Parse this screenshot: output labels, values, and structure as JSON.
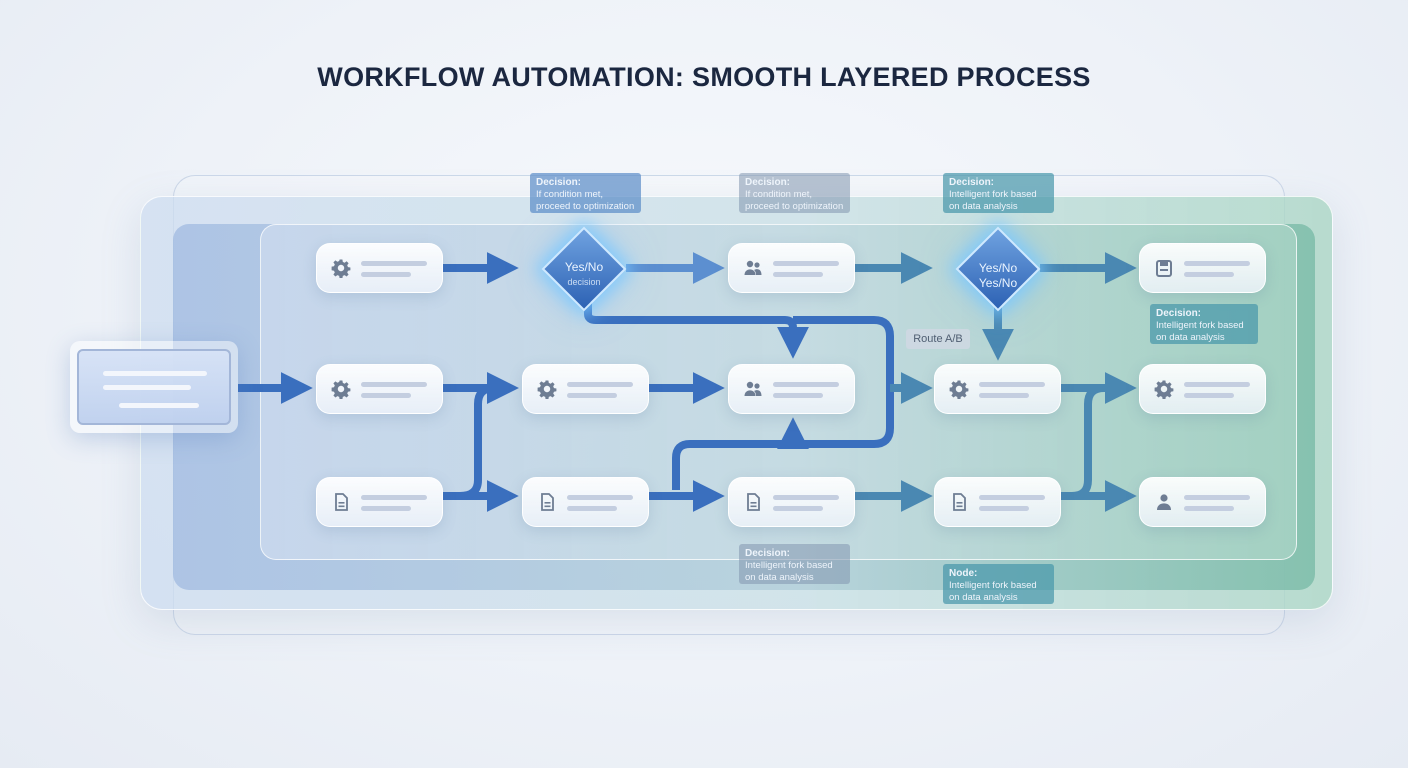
{
  "title": "WORKFLOW AUTOMATION: SMOOTH LAYERED PROCESS",
  "colors": {
    "arrow": "#3a6fbe",
    "arrow_light": "#5c8fd0",
    "arrow_teal": "#4a88b2",
    "diamond": "#2d62b4",
    "title": "#1b2740"
  },
  "callouts": {
    "c1": {
      "head": "Decision:",
      "body": "If condition met, proceed to optimization"
    },
    "c2": {
      "head": "Decision:",
      "body": "If condition met, proceed to optimization"
    },
    "c3": {
      "head": "Decision:",
      "body": "Intelligent fork based on data analysis"
    },
    "c4": {
      "head": "Decision:",
      "body": "Intelligent fork based on data analysis"
    },
    "c5": {
      "head": "Decision:",
      "body": "Intelligent fork based on data analysis"
    },
    "c6": {
      "head": "Node:",
      "body": "Intelligent fork based on data analysis"
    }
  },
  "diamonds": {
    "d1": {
      "line1": "Yes/No",
      "line2": "decision"
    },
    "d2": {
      "line1": "Yes/No",
      "line2": "Yes/No"
    }
  },
  "route_label": "Route A/B",
  "nodes": {
    "r1c1": {
      "icon": "gear-icon"
    },
    "r1c3": {
      "icon": "users-icon"
    },
    "r1c5": {
      "icon": "clipboard-icon"
    },
    "r2c1": {
      "icon": "gear-icon"
    },
    "r2c2": {
      "icon": "gear-icon"
    },
    "r2c3": {
      "icon": "users-icon"
    },
    "r2c4": {
      "icon": "gear-icon"
    },
    "r2c5": {
      "icon": "gear-icon"
    },
    "r3c1": {
      "icon": "document-icon"
    },
    "r3c2": {
      "icon": "document-icon"
    },
    "r3c3": {
      "icon": "document-icon"
    },
    "r3c4": {
      "icon": "document-icon"
    },
    "r3c5": {
      "icon": "user-icon"
    }
  }
}
